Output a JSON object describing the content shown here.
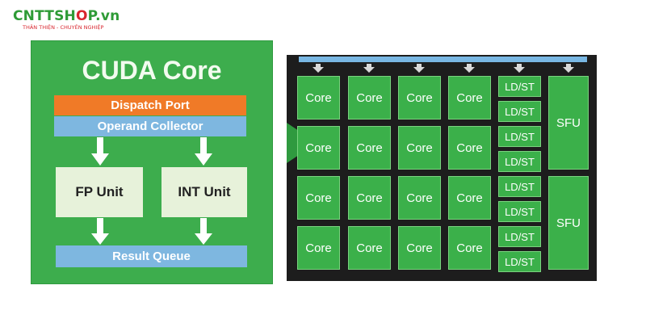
{
  "logo": {
    "name_part1": "CNTTSH",
    "name_part2": "O",
    "name_part3": "P.vn",
    "tagline": "THÂN THIỆN - CHUYÊN NGHIỆP"
  },
  "cuda_core": {
    "title": "CUDA Core",
    "dispatch_port": "Dispatch Port",
    "operand_collector": "Operand Collector",
    "fp_unit": "FP Unit",
    "int_unit": "INT Unit",
    "result_queue": "Result Queue"
  },
  "sm_grid": {
    "core_label": "Core",
    "ldst_label": "LD/ST",
    "sfu_label": "SFU",
    "rows": 4,
    "core_cols": 4,
    "ldst_count": 8,
    "sfu_count": 2,
    "input_arrows": 6
  },
  "colors": {
    "green_panel": "#3dad4d",
    "orange_bar": "#f07a27",
    "blue_bar": "#7eb7e0",
    "unit_box": "#e7f2da",
    "sm_background": "#1d1d1d",
    "sm_cell": "#3bb04a",
    "brand_green": "#2e9b36",
    "brand_red": "#d8262e"
  }
}
